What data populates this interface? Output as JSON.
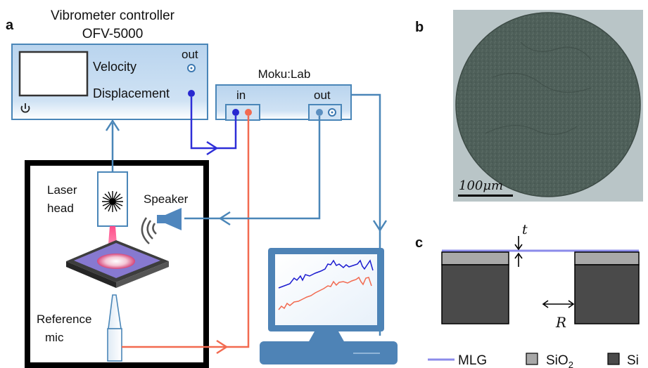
{
  "panel_labels": {
    "a": "a",
    "b": "b",
    "c": "c"
  },
  "controller": {
    "title_line1": "Vibrometer controller",
    "title_line2": "OFV-5000",
    "velocity": "Velocity",
    "displacement": "Displacement",
    "out": "out"
  },
  "moku": {
    "title": "Moku:Lab",
    "in": "in",
    "out": "out"
  },
  "setup": {
    "laser_head_line1": "Laser",
    "laser_head_line2": "head",
    "speaker": "Speaker",
    "reference_line1": "Reference",
    "reference_line2": "mic"
  },
  "micrograph": {
    "scale_bar": "100",
    "scale_unit": "μm"
  },
  "cross_section": {
    "t_label": "t",
    "r_label": "R"
  },
  "legend": {
    "mlg": "MLG",
    "sio2": "SiO",
    "sio2_sub": "2",
    "si": "Si"
  },
  "colors": {
    "box_fill": "#bcd6ee",
    "box_stroke": "#4a86b8",
    "displacement_line": "#3a3ad8",
    "reference_line": "#f26a50",
    "mlg": "#8b8bea",
    "sio2": "#a8a8a8",
    "si": "#4a4a4a",
    "micrograph_fill": "#4d5e58"
  }
}
